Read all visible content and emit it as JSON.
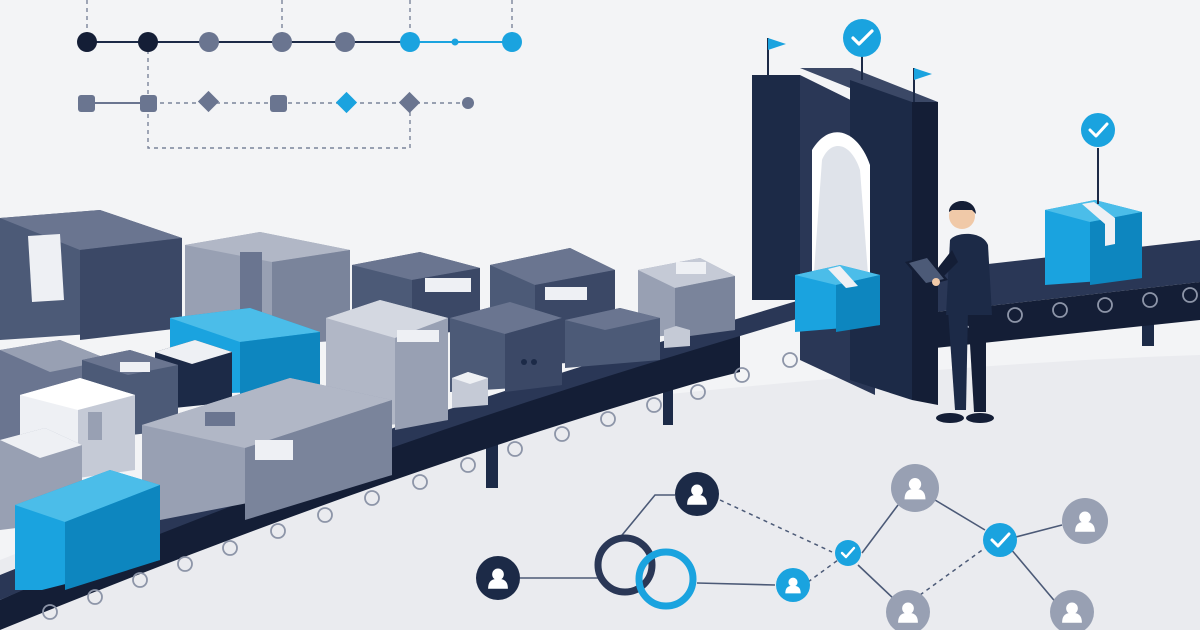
{
  "illustration": {
    "subject": "conveyor-checkpoint-scene",
    "colors": {
      "background": "#f3f4f6",
      "ground": "#eaebef",
      "navy": "#1c2a47",
      "navy_dark": "#141e36",
      "slate": "#4c5a77",
      "slate_mid": "#6a7590",
      "gray": "#98a0b3",
      "gray_light": "#c5cad6",
      "white_box": "#eef0f4",
      "accent": "#1aa3df",
      "accent_dark": "#0d86bf",
      "accent_light": "#4bbde9",
      "line": "#8d95a8"
    },
    "icons": [
      "checkmark-icon",
      "flag-icon",
      "user-icon",
      "tablet-icon"
    ],
    "flags": 2,
    "checkmarks": 4,
    "user_nodes": 7
  }
}
